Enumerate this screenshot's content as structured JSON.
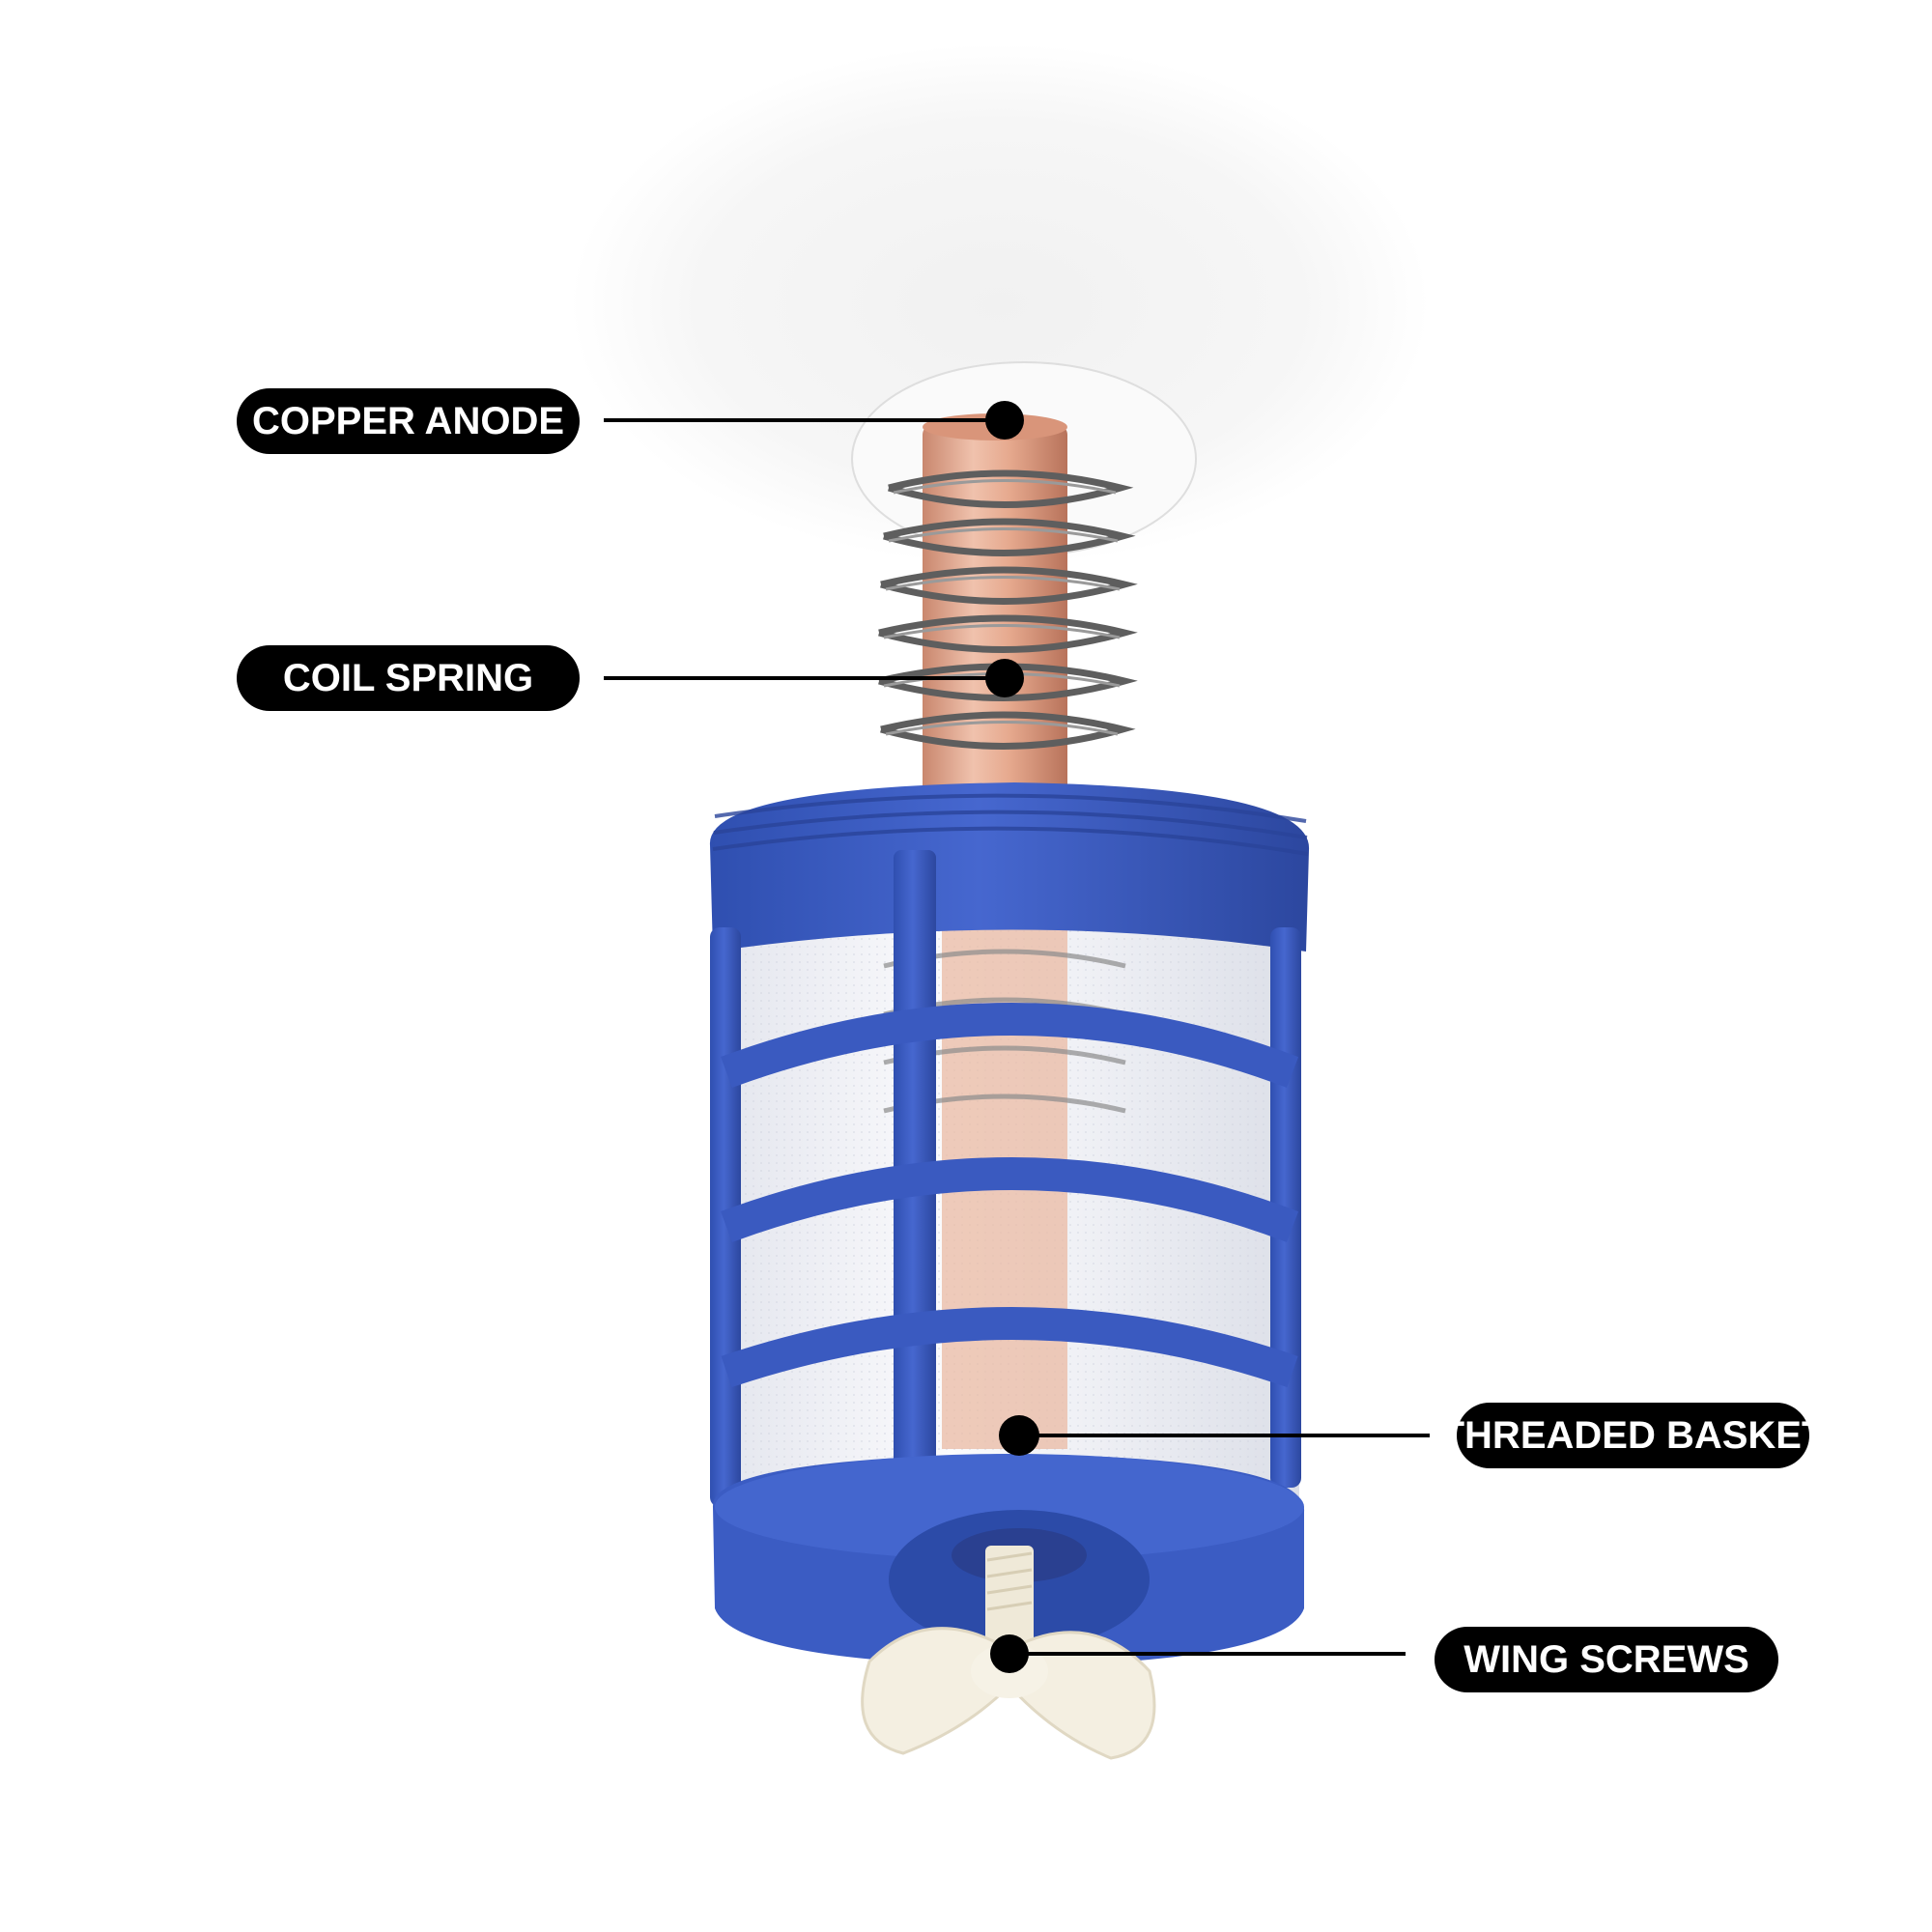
{
  "callouts": {
    "copper_anode": "COPPER ANODE",
    "coil_spring": "COIL SPRING",
    "threaded_basket": "THREADED BASKET",
    "wing_screws": "WING SCREWS"
  },
  "colors": {
    "background": "#ffffff",
    "label_fill": "#000000",
    "label_text": "#ffffff",
    "leader_line": "#000000",
    "basket_blue": "#3d5fc4",
    "basket_blue_dark": "#2b48a3",
    "copper": "#e3a98f",
    "spring_steel": "#6f6f6f",
    "mesh": "#f2f3f7",
    "wing_screw": "#f3efe3"
  }
}
